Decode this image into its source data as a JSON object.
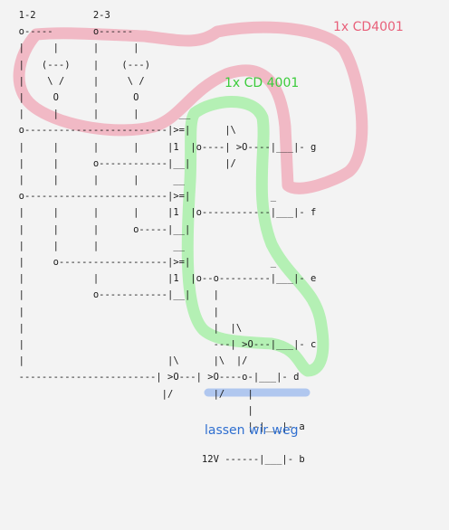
{
  "diagram": {
    "ascii_lines": [
      "  1-2          2-3",
      "  o-----       o------",
      "  |     |      |      |",
      "  |   (---)    |    (---)",
      "  |    \\ /     |     \\ /",
      "  |     O      |      O",
      "  |     |      |      |       __",
      "  o-------------------------|>=|      |\\",
      "  |     |      |      |     |1  |o----| >O----|___|- g",
      "  |     |      o------------|__|      |/",
      "  |     |      |      |      __",
      "  o-------------------------|>=|              _",
      "  |     |      |      |     |1  |o------------|___|- f",
      "  |     |      |      o-----|__|",
      "  |     |      |             __",
      "  |     o-------------------|>=|              _",
      "  |            |            |1  |o--o---------|___|- e",
      "  |            o------------|__|    |",
      "  |                                 |",
      "  |                                 |  |\\",
      "  |                                 ---| >O---|___|- c",
      "  |                         |\\      |\\  |/",
      "  ------------------------| >O---| >O----o-|___|- d",
      "                           |/       |/    |",
      "                                          |",
      "                                          |-|___|- a",
      "",
      "                                  12V ------|___|- b"
    ],
    "annotations": {
      "red": {
        "text": "1x CD4001",
        "color": "#e8607a",
        "highlight": "#f0a0b0"
      },
      "green": {
        "text": "1x CD 4001",
        "color": "#3ccc3c",
        "highlight": "#99ee99"
      },
      "blue": {
        "text": "lassen wir weg",
        "color": "#2f6fd0",
        "highlight": "#9ab8ee"
      }
    }
  }
}
